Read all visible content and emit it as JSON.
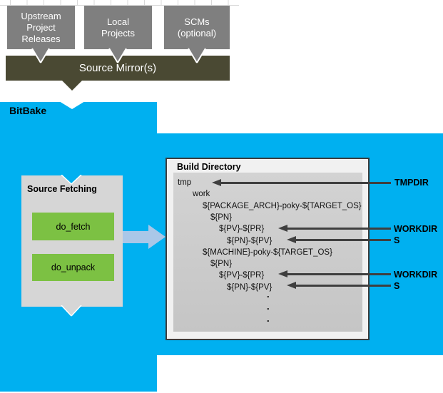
{
  "colors": {
    "bitbake_blue": "#00b0f0",
    "source_box_gray": "#7f7f7f",
    "mirror_olive": "#4a4933",
    "task_green": "#7cc143",
    "panel_gray": "#d6d6d6",
    "tree_panel_gray": "#cacaca",
    "annotation_arrow": "#3f3f3f",
    "flow_arrow_blue": "#a9c7e8"
  },
  "upstream_boxes": [
    {
      "label": "Upstream\nProject\nReleases"
    },
    {
      "label": "Local\nProjects"
    },
    {
      "label": "SCMs\n(optional)"
    }
  ],
  "source_mirrors": {
    "label": "Source Mirror(s)"
  },
  "bitbake": {
    "label": "BitBake"
  },
  "source_fetching": {
    "title": "Source Fetching",
    "tasks": [
      {
        "label": "do_fetch"
      },
      {
        "label": "do_unpack"
      }
    ]
  },
  "build_directory": {
    "title": "Build Directory",
    "tree": [
      "tmp",
      "work",
      "${PACKAGE_ARCH}-poky-${TARGET_OS}",
      "${PN}",
      "${PV}-${PR}",
      "${PN}-${PV}",
      "${MACHINE}-poky-${TARGET_OS}",
      "${PN}",
      "${PV}-${PR}",
      "${PN}-${PV}"
    ],
    "ellipsis": [
      ".",
      ".",
      "."
    ]
  },
  "annotations": [
    {
      "label": "TMPDIR",
      "target": "tmp"
    },
    {
      "label": "WORKDIR",
      "target": "${PV}-${PR}"
    },
    {
      "label": "S",
      "target": "${PN}-${PV}"
    },
    {
      "label": "WORKDIR",
      "target": "${PV}-${PR}"
    },
    {
      "label": "S",
      "target": "${PN}-${PV}"
    }
  ]
}
